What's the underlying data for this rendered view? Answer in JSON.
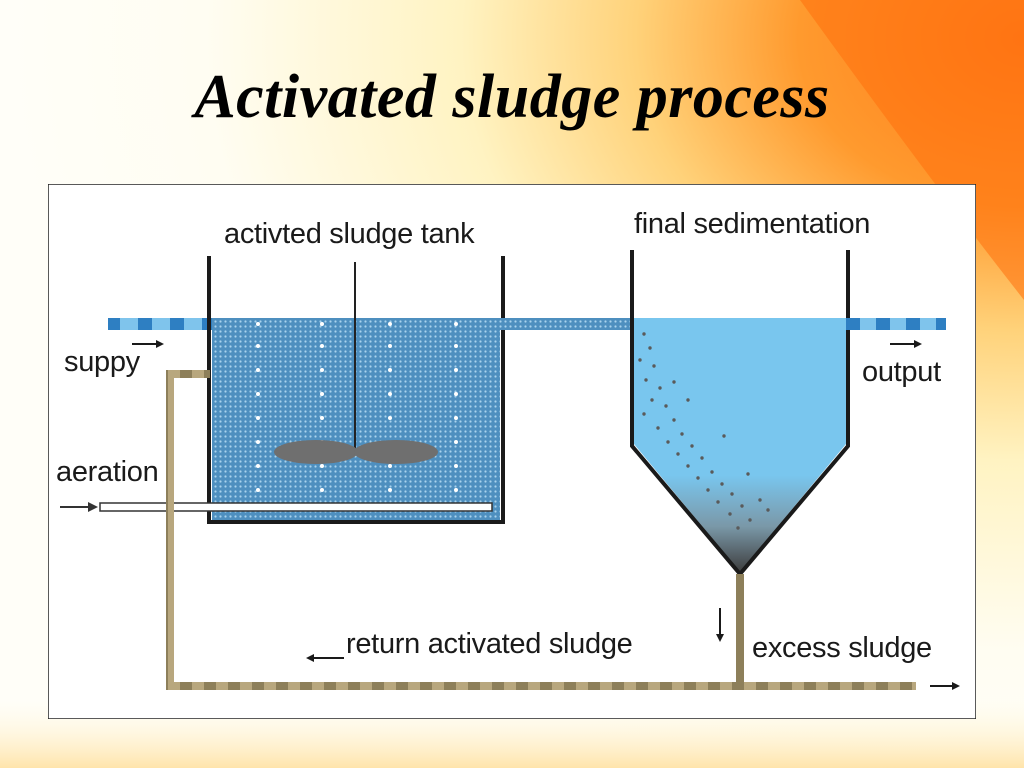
{
  "slide": {
    "title": "Activated sludge process"
  },
  "diagram": {
    "labels": {
      "aeration_tank": "activted sludge tank",
      "final_sedimentation": "final sedimentation",
      "supply": "suppy",
      "aeration": "aeration",
      "output": "output",
      "return_sludge": "return activated sludge",
      "excess_sludge": "excess sludge"
    },
    "colors": {
      "water": "#79c6ee",
      "aeration_tank_water": "#5c9cc8",
      "sludge_pipe": "#b3a37c",
      "tank_outline": "#1a1a1a",
      "paddle": "#6f6f6f",
      "sediment": "#555555"
    }
  }
}
